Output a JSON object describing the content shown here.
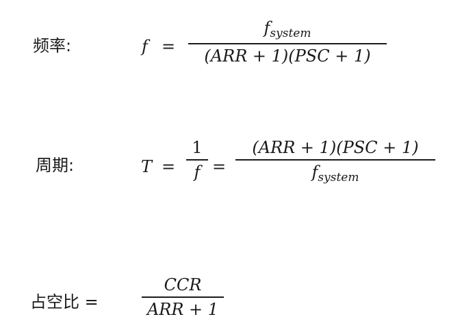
{
  "freq": {
    "label": "频率:",
    "var": "f",
    "eq": "=",
    "num_base": "f",
    "num_sub": "system",
    "den": "(ARR + 1)(PSC + 1)"
  },
  "period": {
    "label": "周期:",
    "var": "T",
    "eq1": "=",
    "frac1_num": "1",
    "frac1_den": "f",
    "eq2": "=",
    "frac2_num": "(ARR + 1)(PSC + 1)",
    "frac2_den_base": "f",
    "frac2_den_sub": "system"
  },
  "duty": {
    "label": "占空比 =",
    "num": "CCR",
    "den": "ARR + 1"
  }
}
